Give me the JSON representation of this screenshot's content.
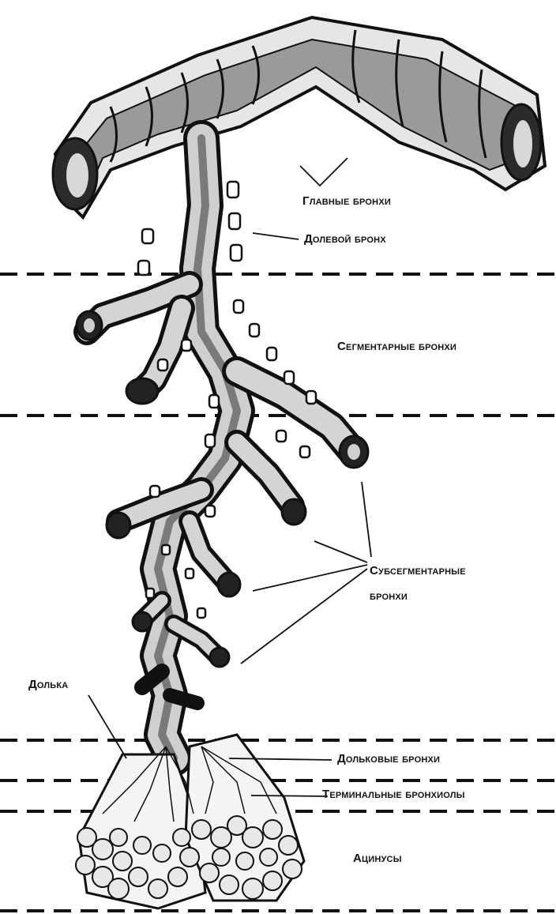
{
  "labels": {
    "main_bronchi": "Главные бронхи",
    "lobar_bronchus": "Долевой бронх",
    "segmental_bronchi": "Сегментарные бронхи",
    "subsegmental_bronchi_line1": "Субсегментарные",
    "subsegmental_bronchi_line2": "бронхи",
    "lobule": "Долька",
    "lobular_bronchi": "Дольковые бронхи",
    "terminal_bronchioles": "Терминальные бронхиолы",
    "acini": "Ацинусы"
  },
  "colors": {
    "ink": "#111111",
    "fill_light": "#f2f2f2",
    "fill_mid": "#bdbdbd",
    "fill_dark": "#3a3a3a",
    "background": "#ffffff"
  }
}
